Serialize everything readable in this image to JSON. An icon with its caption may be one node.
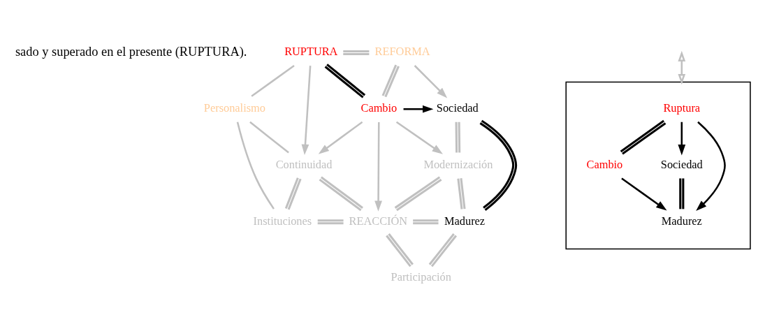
{
  "diagram": {
    "nodes": [
      {
        "text": [
          "RUPTURA"
        ]
      },
      {
        "text": [
          "REFORMA"
        ]
      },
      {
        "text": [
          "Personalismo"
        ]
      },
      {
        "text": [
          "Cambio"
        ]
      },
      {
        "text": [
          "Sociedad"
        ]
      },
      {
        "text": [
          "Continuidad"
        ]
      },
      {
        "text": [
          "Modernización"
        ]
      },
      {
        "text": [
          "Instituciones"
        ]
      },
      {
        "text": [
          "REACCIÓN"
        ]
      },
      {
        "text": [
          "Madurez"
        ]
      },
      {
        "text": [
          "Participación"
        ]
      },
      {
        "text": [],
        "shape": "box"
      },
      {
        "text": [
          "Ruptura"
        ],
        "in": 11
      },
      {
        "text": [
          "Cambio"
        ],
        "in": 11
      },
      {
        "text": [
          "Sociedad"
        ],
        "in": 11
      },
      {
        "text": [
          "Madurez"
        ],
        "in": 11
      }
    ],
    "edges": [
      {
        "from": 0,
        "to": 1,
        "arrow": "none"
      },
      {
        "from": 0,
        "to": 2,
        "arrow": "none"
      },
      {
        "from": 0,
        "to": 3,
        "arrow": "none",
        "color": "#000000"
      },
      {
        "from": 0,
        "to": 5,
        "arrow": "to"
      },
      {
        "from": 1,
        "to": 3,
        "arrow": "none"
      },
      {
        "from": 1,
        "to": 4,
        "arrow": "to"
      },
      {
        "from": 3,
        "to": 4,
        "arrow": "to",
        "color": "#000000"
      },
      {
        "from": 2,
        "to": 5,
        "arrow": "none"
      },
      {
        "from": 2,
        "to": 7,
        "arrow": "none"
      },
      {
        "from": 3,
        "to": 5,
        "arrow": "to"
      },
      {
        "from": 3,
        "to": 8,
        "arrow": "to"
      },
      {
        "from": 3,
        "to": 6,
        "arrow": "to"
      },
      {
        "from": 4,
        "to": 6,
        "arrow": "none"
      },
      {
        "from": 4,
        "to": 9,
        "arrow": "none",
        "color": "#000000"
      },
      {
        "from": 5,
        "to": 7,
        "arrow": "none"
      },
      {
        "from": 5,
        "to": 8,
        "arrow": "none"
      },
      {
        "from": 6,
        "to": 8,
        "arrow": "none"
      },
      {
        "from": 6,
        "to": 9,
        "arrow": "none"
      },
      {
        "from": 7,
        "to": 8,
        "arrow": "none"
      },
      {
        "from": 8,
        "to": 9,
        "arrow": "none"
      },
      {
        "from": 8,
        "to": 10,
        "arrow": "none"
      },
      {
        "from": 10,
        "to": 9,
        "arrow": "none"
      },
      {
        "from": null,
        "to": 11,
        "arrow": "both"
      },
      {
        "from": 12,
        "to": 13,
        "arrow": "none",
        "color": "#000000"
      },
      {
        "from": 12,
        "to": 15,
        "arrow": "to",
        "color": "#000000"
      },
      {
        "from": 12,
        "to": 14,
        "arrow": "to",
        "color": "#000000"
      },
      {
        "from": 13,
        "to": 15,
        "arrow": "to",
        "color": "#000000"
      },
      {
        "from": 14,
        "to": 15,
        "arrow": "none",
        "color": "#000000"
      }
    ],
    "labels": [
      "sado y superado en el presente (RUPTURA)."
    ]
  }
}
